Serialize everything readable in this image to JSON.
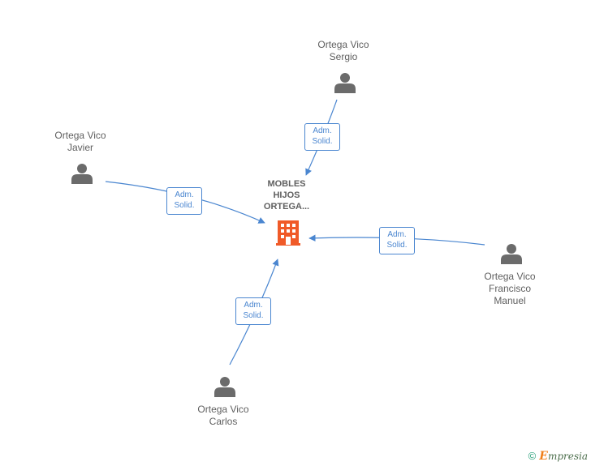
{
  "center": {
    "label_lines": [
      "MOBLES",
      "HIJOS",
      "ORTEGA..."
    ],
    "icon": "building-icon",
    "color": "#f05a28"
  },
  "persons": [
    {
      "id": "sergio",
      "lines": [
        "Ortega Vico",
        "Sergio"
      ],
      "icon": "person-icon"
    },
    {
      "id": "javier",
      "lines": [
        "Ortega Vico",
        "Javier"
      ],
      "icon": "person-icon"
    },
    {
      "id": "francisco",
      "lines": [
        "Ortega Vico",
        "Francisco",
        "Manuel"
      ],
      "icon": "person-icon"
    },
    {
      "id": "carlos",
      "lines": [
        "Ortega Vico",
        "Carlos"
      ],
      "icon": "person-icon"
    }
  ],
  "edges": [
    {
      "from": "sergio",
      "lines": [
        "Adm.",
        "Solid."
      ]
    },
    {
      "from": "javier",
      "lines": [
        "Adm.",
        "Solid."
      ]
    },
    {
      "from": "francisco",
      "lines": [
        "Adm.",
        "Solid."
      ]
    },
    {
      "from": "carlos",
      "lines": [
        "Adm.",
        "Solid."
      ]
    }
  ],
  "colors": {
    "edge": "#4a86d0",
    "person": "#6b6b6b",
    "text": "#5f5f5f"
  },
  "footer": {
    "copyright": "©",
    "brand_initial": "E",
    "brand_rest": "mpresia"
  }
}
